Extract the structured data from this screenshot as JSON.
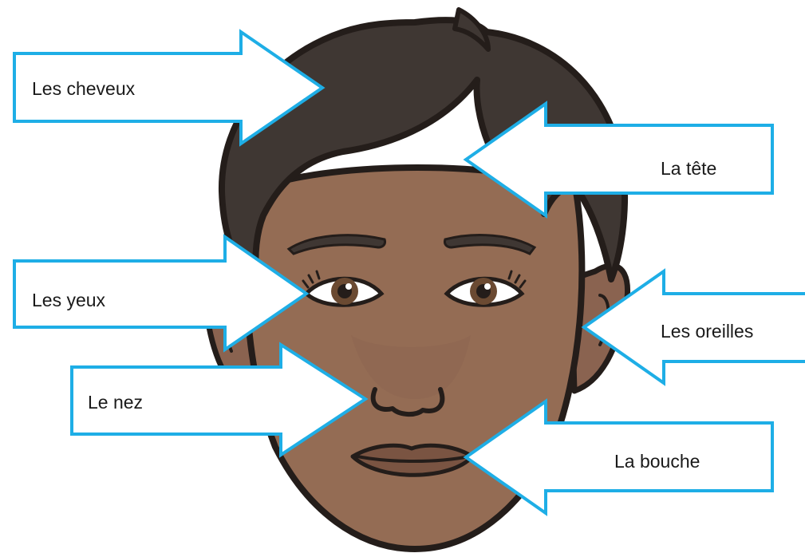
{
  "labels": {
    "hair": "Les cheveux",
    "head": "La tête",
    "eyes": "Les yeux",
    "ears": "Les oreilles",
    "nose": "Le nez",
    "mouth": "La bouche"
  },
  "colors": {
    "arrow": "#1eaee6",
    "skin": "#946c54",
    "skin_shadow": "#7d5843",
    "hair": "#3f3733",
    "outline": "#241d1a",
    "lips": "#7a5442",
    "eye_white": "#ffffff",
    "iris": "#6b4a32"
  }
}
